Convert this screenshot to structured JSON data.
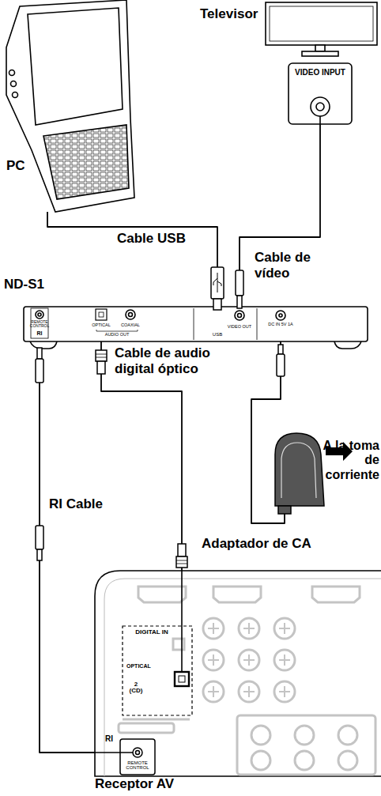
{
  "diagram": {
    "nodes": [
      {
        "text": [
          "PC"
        ]
      },
      {
        "text": [
          "Televisor",
          "VIDEO INPUT"
        ]
      },
      {
        "text": [
          "ND-S1"
        ]
      },
      {
        "text": [
          "Adaptador de CA"
        ]
      },
      {
        "text": [
          "Receptor AV"
        ]
      }
    ],
    "edges": [
      {
        "from": 0,
        "to": 2,
        "arrow": "none",
        "label": "Cable USB"
      },
      {
        "from": 1,
        "to": 2,
        "arrow": "none",
        "label": "Cable de vídeo"
      },
      {
        "from": 2,
        "to": 4,
        "arrow": "none",
        "label": "Cable de audio digital óptico"
      },
      {
        "from": 2,
        "to": 4,
        "arrow": "none",
        "label": "RI Cable"
      },
      {
        "from": 3,
        "to": 2,
        "arrow": "none"
      }
    ],
    "labels": [
      "REMOTE CONTROL",
      "RI",
      "OPTICAL",
      "COAXIAL",
      "AUDIO OUT",
      "USB",
      "VIDEO OUT",
      "DC IN 5V 1A",
      "A la toma de corriente",
      "DIGITAL IN",
      "OPTICAL",
      "2 (CD)",
      "RI",
      "REMOTE CONTROL"
    ]
  }
}
